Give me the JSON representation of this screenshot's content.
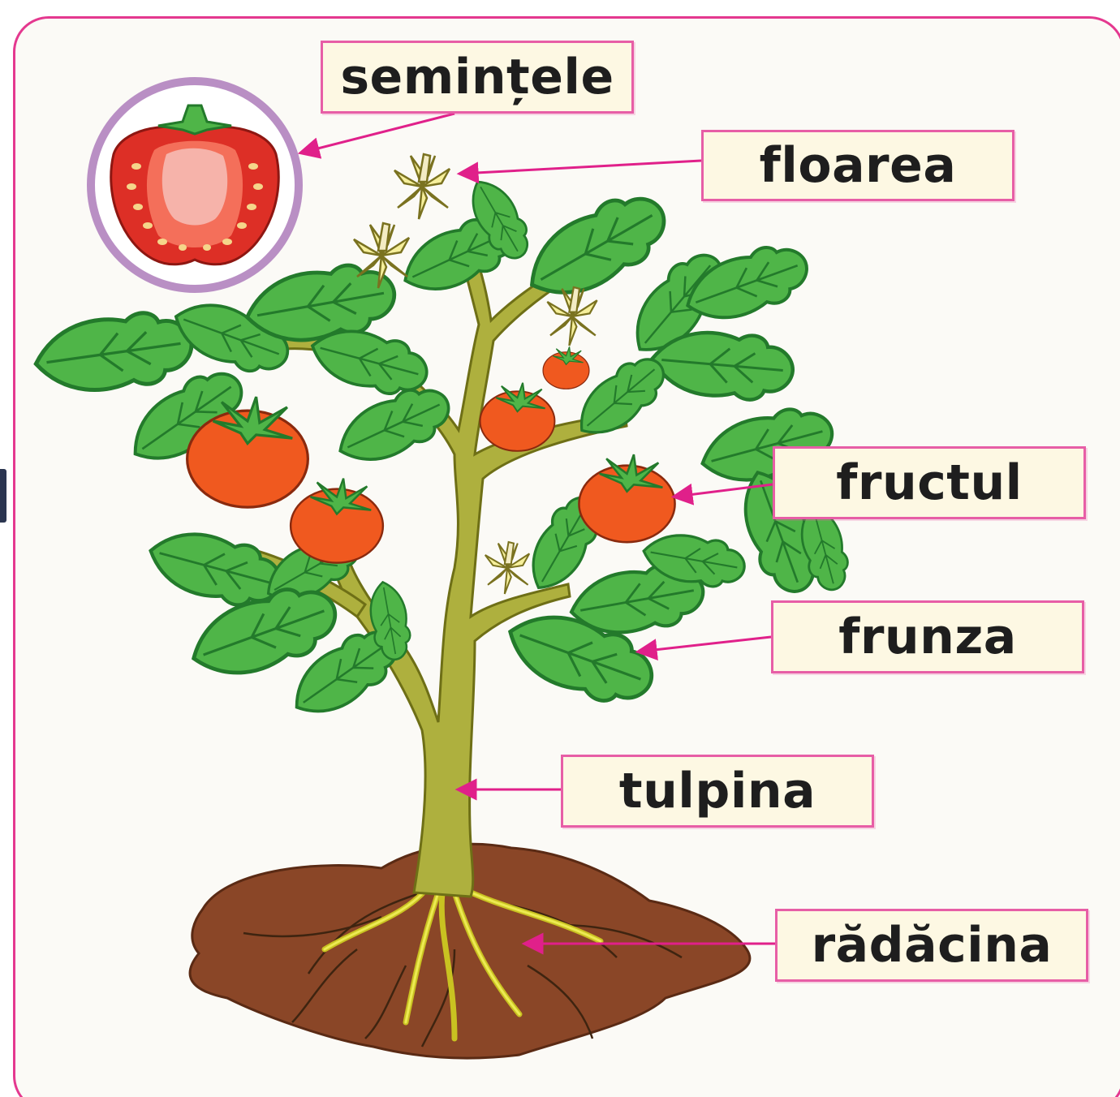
{
  "labels": {
    "seeds": "semințele",
    "flower": "floarea",
    "fruit": "fructul",
    "leaf": "frunza",
    "stem": "tulpina",
    "root": "rădăcina"
  },
  "colors": {
    "frame_border": "#e4388f",
    "arrow": "#e0208a",
    "label_fill": "#fdf8e3",
    "label_border": "#e75ea6",
    "leaf_green": "#4fb548",
    "leaf_dark": "#237a2b",
    "stem": "#aeb03e",
    "fruit": "#f0591f",
    "flower": "#f6ef9b",
    "soil": "#8a4627",
    "root": "#e4e03a",
    "seed_circle": "#b98fc4"
  },
  "icons": {
    "tomato_cross_section": "tomato-cross-section-icon",
    "tomato_plant": "tomato-plant-illustration"
  }
}
